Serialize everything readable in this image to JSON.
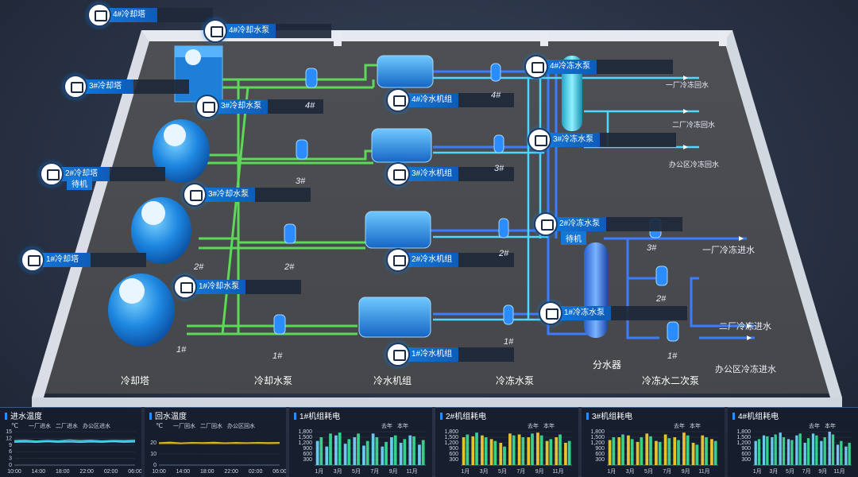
{
  "colors": {
    "cooling_pipe": "#5fe05a",
    "chilled_pipe": "#3d7bff",
    "return_pipe": "#4fd8ff",
    "accent": "#1677d9",
    "floor": "#4a4c50",
    "wall": "#e8ecf2"
  },
  "tags": {
    "tower4": "4#冷却塔",
    "pump_c4": "4#冷却水泵",
    "tower3": "3#冷却塔",
    "pump_c3": "3#冷却水泵",
    "tower2": "2#冷却塔",
    "pump_c2": "3#冷却水泵",
    "tower1": "1#冷却塔",
    "pump_c1": "1#冷却水泵",
    "chiller4": "4#冷水机组",
    "chiller3": "3#冷水机组",
    "chiller2": "2#冷水机组",
    "chiller1": "1#冷水机组",
    "chw4": "4#冷冻水泵",
    "chw3": "3#冷冻水泵",
    "chw2": "2#冷冻水泵",
    "chw1": "1#冷冻水泵",
    "standby_tower2": "待机",
    "standby_chw2": "待机"
  },
  "numbers": {
    "cp4": "4#",
    "cp3": "3#",
    "cp2": "2#",
    "cp1": "1#",
    "tw2": "2#",
    "tw1": "1#",
    "cw4": "4#",
    "cw3": "3#",
    "cw2": "2#",
    "cw1": "1#",
    "sp3": "3#",
    "sp2": "2#",
    "sp1": "1#"
  },
  "pipes_out": {
    "r1": "一厂冷冻回水",
    "r2": "二厂冷冻回水",
    "r3": "办公区冷冻回水",
    "s1": "一厂冷冻进水",
    "s2": "二厂冷冻进水",
    "s3": "办公区冷冻进水"
  },
  "sections": {
    "tower": "冷却塔",
    "cw_pump": "冷却水泵",
    "chiller": "冷水机组",
    "chw_pump": "冷冻水泵",
    "divider": "分水器",
    "secondary": "冷冻水二次泵"
  },
  "panels": [
    {
      "title": "进水温度",
      "unit": "℃",
      "legend": [
        "一厂进水",
        "二厂进水",
        "办公区进水"
      ]
    },
    {
      "title": "回水温度",
      "unit": "℃",
      "legend": [
        "一厂回水",
        "二厂回水",
        "办公区回水"
      ]
    },
    {
      "title": "1#机组耗电",
      "legend": [
        "去年",
        "本年"
      ]
    },
    {
      "title": "2#机组耗电",
      "legend": [
        "去年",
        "本年"
      ]
    },
    {
      "title": "3#机组耗电",
      "legend": [
        "去年",
        "本年"
      ]
    },
    {
      "title": "4#机组耗电",
      "legend": [
        "去年",
        "本年"
      ]
    }
  ],
  "chart_data": [
    {
      "type": "line",
      "title": "进水温度",
      "ylabel": "℃",
      "x": [
        "10:00",
        "14:00",
        "18:00",
        "22:00",
        "02:00",
        "06:00"
      ],
      "ylim": [
        0,
        15
      ],
      "yticks": [
        "15",
        "12",
        "9",
        "6",
        "3",
        "0"
      ],
      "series": [
        {
          "name": "一厂进水",
          "color": "#2fe6b8",
          "values": [
            11,
            11.2,
            10.8,
            11.1,
            10.9,
            11.3,
            11.0,
            11.2,
            10.9,
            11.1,
            11.0,
            11.2
          ]
        },
        {
          "name": "二厂进水",
          "color": "#2ea8ff",
          "values": [
            10.6,
            10.7,
            10.5,
            10.8,
            10.6,
            10.7,
            10.5,
            10.8,
            10.6,
            10.7,
            10.6,
            10.8
          ]
        },
        {
          "name": "办公区进水",
          "color": "#6fd4ff",
          "values": [
            10.3,
            10.4,
            10.2,
            10.5,
            10.3,
            10.4,
            10.2,
            10.4,
            10.3,
            10.5,
            10.3,
            10.4
          ]
        }
      ]
    },
    {
      "type": "line",
      "title": "回水温度",
      "ylabel": "℃",
      "x": [
        "10:00",
        "14:00",
        "18:00",
        "22:00",
        "02:00",
        "06:00"
      ],
      "ylim": [
        0,
        30
      ],
      "yticks": [
        "20",
        "10",
        "0"
      ],
      "series": [
        {
          "name": "一厂回水",
          "color": "#e8c22e",
          "values": [
            20,
            20.5,
            19.8,
            20.3,
            20.1,
            20.4,
            19.9,
            20.2,
            20.0,
            20.3,
            20.1,
            20.2
          ]
        },
        {
          "name": "二厂回水",
          "color": "#d9b227",
          "values": [
            19.6,
            19.8,
            19.5,
            19.9,
            19.7,
            19.8,
            19.6,
            19.9,
            19.7,
            19.8,
            19.6,
            19.9
          ]
        },
        {
          "name": "办公区回水",
          "color": "#c9a021",
          "values": [
            19.3,
            19.5,
            19.2,
            19.6,
            19.4,
            19.5,
            19.3,
            19.5,
            19.4,
            19.6,
            19.3,
            19.5
          ]
        }
      ]
    },
    {
      "type": "bar",
      "title": "1#机组耗电",
      "categories": [
        "1月",
        "2月",
        "3月",
        "4月",
        "5月",
        "6月",
        "7月",
        "8月",
        "9月",
        "10月",
        "11月",
        "12月"
      ],
      "xticks": [
        "1月",
        "3月",
        "5月",
        "7月",
        "9月",
        "11月"
      ],
      "ylim": [
        0,
        1800
      ],
      "yticks": [
        "1,800",
        "1,500",
        "1,200",
        "900",
        "600",
        "300"
      ],
      "series": [
        {
          "name": "去年",
          "color": "#6cc8f0",
          "values": [
            1300,
            1000,
            1600,
            1150,
            1500,
            1050,
            1700,
            1000,
            1500,
            1200,
            1600,
            1100
          ]
        },
        {
          "name": "本年",
          "color": "#36d08a",
          "values": [
            1500,
            1700,
            1750,
            1400,
            1700,
            1300,
            1500,
            1250,
            1600,
            1400,
            1550,
            1350
          ]
        }
      ]
    },
    {
      "type": "bar",
      "title": "2#机组耗电",
      "categories": [
        "1月",
        "2月",
        "3月",
        "4月",
        "5月",
        "6月",
        "7月",
        "8月",
        "9月",
        "10月",
        "11月",
        "12月"
      ],
      "xticks": [
        "1月",
        "3月",
        "5月",
        "7月",
        "9月",
        "11月"
      ],
      "ylim": [
        0,
        1800
      ],
      "yticks": [
        "1,800",
        "1,500",
        "1,200",
        "900",
        "600",
        "300"
      ],
      "series": [
        {
          "name": "去年",
          "color": "#e8c22e",
          "values": [
            1500,
            1550,
            1600,
            1400,
            1200,
            1700,
            1650,
            1500,
            1750,
            1300,
            1500,
            1200
          ]
        },
        {
          "name": "本年",
          "color": "#36d08a",
          "values": [
            1650,
            1750,
            1500,
            1300,
            1000,
            1600,
            1500,
            1700,
            1600,
            1400,
            1650,
            1300
          ]
        }
      ]
    },
    {
      "type": "bar",
      "title": "3#机组耗电",
      "categories": [
        "1月",
        "2月",
        "3月",
        "4月",
        "5月",
        "6月",
        "7月",
        "8月",
        "9月",
        "10月",
        "11月",
        "12月"
      ],
      "xticks": [
        "1月",
        "3月",
        "5月",
        "7月",
        "9月",
        "11月"
      ],
      "ylim": [
        0,
        1800
      ],
      "yticks": [
        "1,800",
        "1,500",
        "1,200",
        "900",
        "600",
        "300"
      ],
      "series": [
        {
          "name": "去年",
          "color": "#e8c22e",
          "values": [
            1350,
            1500,
            1600,
            1250,
            1700,
            1300,
            1650,
            1500,
            1750,
            1200,
            1600,
            1400
          ]
        },
        {
          "name": "本年",
          "color": "#36d08a",
          "values": [
            1500,
            1650,
            1400,
            1500,
            1550,
            1250,
            1450,
            1350,
            1600,
            1100,
            1500,
            1300
          ]
        }
      ]
    },
    {
      "type": "bar",
      "title": "4#机组耗电",
      "categories": [
        "1月",
        "2月",
        "3月",
        "4月",
        "5月",
        "6月",
        "7月",
        "8月",
        "9月",
        "10月",
        "11月",
        "12月"
      ],
      "xticks": [
        "1月",
        "3月",
        "5月",
        "7月",
        "9月",
        "11月"
      ],
      "ylim": [
        0,
        1800
      ],
      "yticks": [
        "1,800",
        "1,500",
        "1,200",
        "900",
        "600",
        "300"
      ],
      "series": [
        {
          "name": "去年",
          "color": "#6cc8f0",
          "values": [
            1300,
            1600,
            1500,
            1750,
            1400,
            1600,
            1200,
            1700,
            1300,
            1800,
            1100,
            1000
          ]
        },
        {
          "name": "本年",
          "color": "#36d08a",
          "values": [
            1400,
            1550,
            1650,
            1500,
            1350,
            1700,
            1450,
            1600,
            1500,
            1650,
            1300,
            1200
          ]
        }
      ]
    }
  ]
}
